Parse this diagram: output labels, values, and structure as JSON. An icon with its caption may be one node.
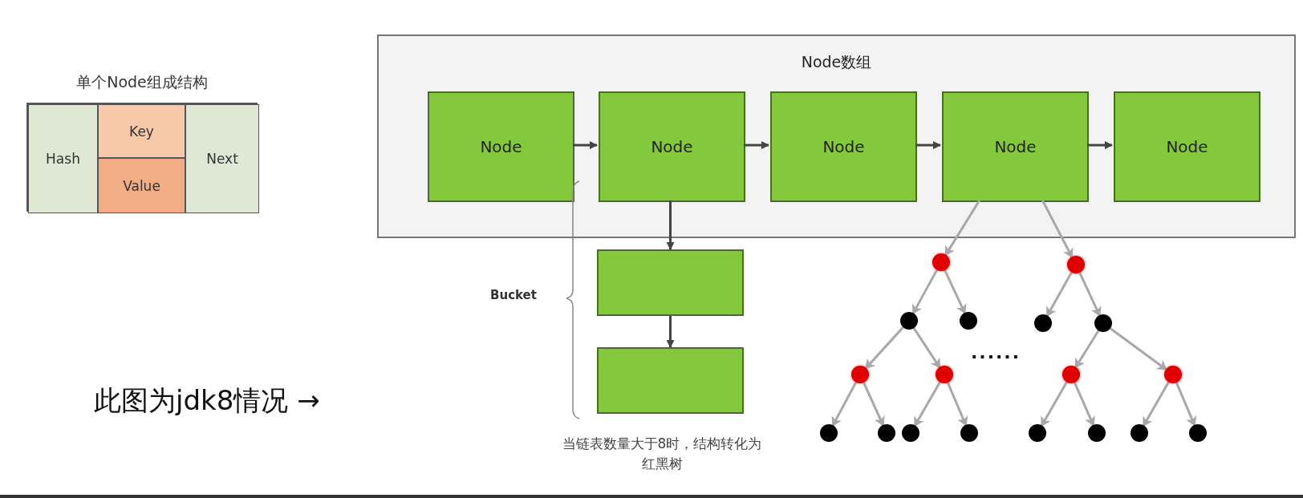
{
  "diagram": {
    "nodes": [
      {
        "text": [
          "单个Node组成结构"
        ]
      },
      {
        "text": [
          "Hash"
        ],
        "in": 0
      },
      {
        "text": [
          "Key"
        ],
        "in": 0
      },
      {
        "text": [
          "Value"
        ],
        "in": 0
      },
      {
        "text": [
          "Next"
        ],
        "in": 0
      },
      {
        "text": [
          "Node数组"
        ]
      },
      {
        "text": [
          "Node"
        ],
        "in": 5
      },
      {
        "text": [
          "Node"
        ],
        "in": 5
      },
      {
        "text": [
          "Node"
        ],
        "in": 5
      },
      {
        "text": [
          "Node"
        ],
        "in": 5
      },
      {
        "text": [
          "Node"
        ],
        "in": 5
      },
      {
        "text": [],
        "shape": "box"
      },
      {
        "text": [],
        "shape": "box"
      },
      {
        "text": [],
        "shape": "circle"
      },
      {
        "text": [],
        "shape": "circle"
      },
      {
        "text": [],
        "shape": "circle"
      },
      {
        "text": [],
        "shape": "circle"
      },
      {
        "text": [],
        "shape": "circle"
      },
      {
        "text": [],
        "shape": "circle"
      },
      {
        "text": [],
        "shape": "circle"
      },
      {
        "text": [],
        "shape": "circle"
      },
      {
        "text": [],
        "shape": "circle"
      },
      {
        "text": [],
        "shape": "circle"
      },
      {
        "text": [],
        "shape": "circle"
      },
      {
        "text": [],
        "shape": "circle"
      },
      {
        "text": [],
        "shape": "circle"
      },
      {
        "text": [],
        "shape": "circle"
      },
      {
        "text": [],
        "shape": "circle"
      },
      {
        "text": [],
        "shape": "circle"
      },
      {
        "text": [],
        "shape": "circle"
      },
      {
        "text": [],
        "shape": "circle"
      }
    ],
    "edges": [
      {
        "from": 6,
        "to": 7,
        "arrow": "to",
        "color": "#444444"
      },
      {
        "from": 7,
        "to": 8,
        "arrow": "to",
        "color": "#444444"
      },
      {
        "from": 8,
        "to": 9,
        "arrow": "to",
        "color": "#444444"
      },
      {
        "from": 9,
        "to": 10,
        "arrow": "to",
        "color": "#444444"
      },
      {
        "from": 7,
        "to": 11,
        "arrow": "to",
        "color": "#444444"
      },
      {
        "from": 11,
        "to": 12,
        "arrow": "to",
        "color": "#444444"
      },
      {
        "from": 9,
        "to": 13,
        "arrow": "to"
      },
      {
        "from": 9,
        "to": 14,
        "arrow": "to"
      },
      {
        "from": 13,
        "to": 15,
        "arrow": "to"
      },
      {
        "from": 13,
        "to": 16,
        "arrow": "to"
      },
      {
        "from": 14,
        "to": 17,
        "arrow": "to"
      },
      {
        "from": 14,
        "to": 18,
        "arrow": "to"
      },
      {
        "from": 15,
        "to": 19,
        "arrow": "to"
      },
      {
        "from": 15,
        "to": 20,
        "arrow": "to"
      },
      {
        "from": 18,
        "to": 21,
        "arrow": "to"
      },
      {
        "from": 18,
        "to": 22,
        "arrow": "to"
      },
      {
        "from": 19,
        "to": 23,
        "arrow": "to"
      },
      {
        "from": 19,
        "to": 24,
        "arrow": "to"
      },
      {
        "from": 20,
        "to": 25,
        "arrow": "to"
      },
      {
        "from": 20,
        "to": 26,
        "arrow": "to"
      },
      {
        "from": 21,
        "to": 27,
        "arrow": "to"
      },
      {
        "from": 21,
        "to": 28,
        "arrow": "to"
      },
      {
        "from": 22,
        "to": 29,
        "arrow": "to"
      },
      {
        "from": 22,
        "to": 30,
        "arrow": "to"
      }
    ],
    "labels": [
      "Bucket",
      "......",
      "当链表数量大于8时，结构转化为红黑树",
      "此图为jdk8情况 →"
    ]
  }
}
